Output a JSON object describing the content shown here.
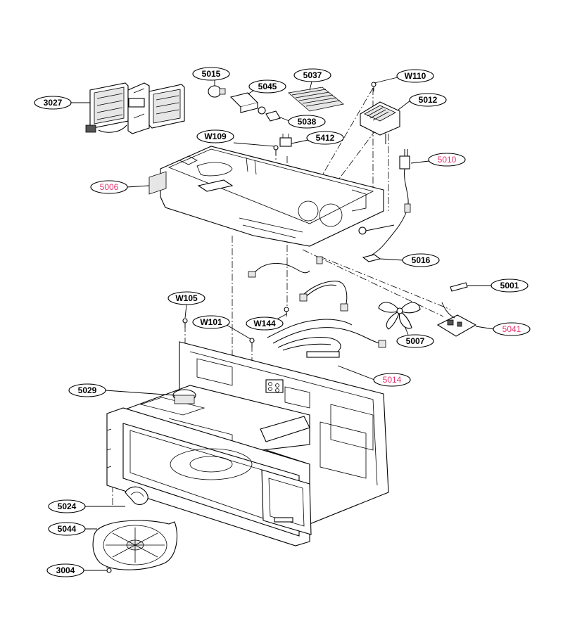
{
  "diagram": {
    "callouts": [
      {
        "id": "c-3027",
        "label": "3027",
        "color": "#000000"
      },
      {
        "id": "c-5015",
        "label": "5015",
        "color": "#000000"
      },
      {
        "id": "c-5045",
        "label": "5045",
        "color": "#000000"
      },
      {
        "id": "c-5037",
        "label": "5037",
        "color": "#000000"
      },
      {
        "id": "c-W110",
        "label": "W110",
        "color": "#000000"
      },
      {
        "id": "c-5012",
        "label": "5012",
        "color": "#000000"
      },
      {
        "id": "c-5038",
        "label": "5038",
        "color": "#000000"
      },
      {
        "id": "c-W109",
        "label": "W109",
        "color": "#000000"
      },
      {
        "id": "c-5412",
        "label": "5412",
        "color": "#000000"
      },
      {
        "id": "c-5010",
        "label": "5010",
        "color": "#e8336e"
      },
      {
        "id": "c-5006",
        "label": "5006",
        "color": "#e8336e"
      },
      {
        "id": "c-5016",
        "label": "5016",
        "color": "#000000"
      },
      {
        "id": "c-5001",
        "label": "5001",
        "color": "#000000"
      },
      {
        "id": "c-W105",
        "label": "W105",
        "color": "#000000"
      },
      {
        "id": "c-W101",
        "label": "W101",
        "color": "#000000"
      },
      {
        "id": "c-W144",
        "label": "W144",
        "color": "#000000"
      },
      {
        "id": "c-5041",
        "label": "5041",
        "color": "#e8336e"
      },
      {
        "id": "c-5007",
        "label": "5007",
        "color": "#000000"
      },
      {
        "id": "c-5014",
        "label": "5014",
        "color": "#e8336e"
      },
      {
        "id": "c-5029",
        "label": "5029",
        "color": "#000000"
      },
      {
        "id": "c-5024",
        "label": "5024",
        "color": "#000000"
      },
      {
        "id": "c-5044",
        "label": "5044",
        "color": "#000000"
      },
      {
        "id": "c-3004",
        "label": "3004",
        "color": "#000000"
      }
    ]
  }
}
